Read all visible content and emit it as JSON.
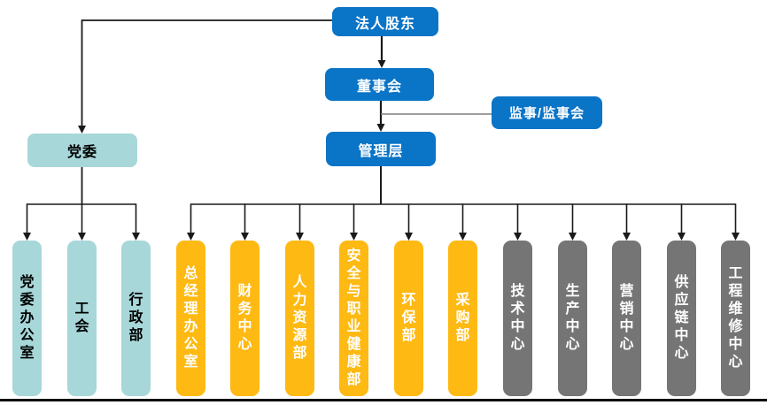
{
  "org_chart": {
    "nodes": {
      "shareholder": {
        "label": "法人股东"
      },
      "board": {
        "label": "董事会"
      },
      "supervisor": {
        "label": "监事/监事会"
      },
      "management": {
        "label": "管理层"
      },
      "party": {
        "label": "党委"
      }
    },
    "departments": [
      {
        "label": "党委办公室",
        "group": "party"
      },
      {
        "label": "工会",
        "group": "party"
      },
      {
        "label": "行政部",
        "group": "party"
      },
      {
        "label": "总经理办公室",
        "group": "admin"
      },
      {
        "label": "财务中心",
        "group": "admin"
      },
      {
        "label": "人力资源部",
        "group": "admin"
      },
      {
        "label": "安全与职业健康部",
        "group": "admin"
      },
      {
        "label": "环保部",
        "group": "admin"
      },
      {
        "label": "采购部",
        "group": "admin"
      },
      {
        "label": "技术中心",
        "group": "operations"
      },
      {
        "label": "生产中心",
        "group": "operations"
      },
      {
        "label": "营销中心",
        "group": "operations"
      },
      {
        "label": "供应链中心",
        "group": "operations"
      },
      {
        "label": "工程维修中心",
        "group": "operations"
      }
    ],
    "colors": {
      "blue": "#0a74c7",
      "teal": "#a7d7d9",
      "orange": "#feb912",
      "gray": "#757575",
      "line": "#1a1a1a",
      "supervisor_line": "#7f7f7f"
    }
  }
}
